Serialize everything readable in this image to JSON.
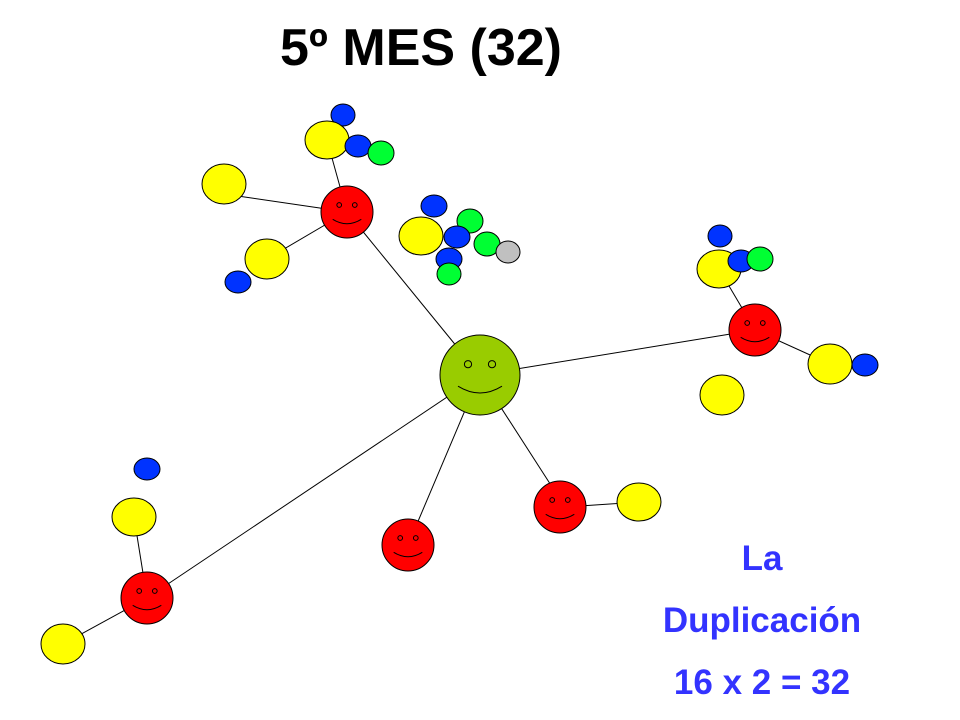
{
  "title": "5º MES (32)",
  "caption": {
    "line1": "La",
    "line2": "Duplicación",
    "line3": "16 x 2 = 32",
    "color": "#3333ff"
  },
  "colors": {
    "center": "#99cc00",
    "red": "#ff0000",
    "yellow": "#ffff00",
    "blue": "#0033ff",
    "green": "#00ff33",
    "gray": "#c0c0c0",
    "line": "#000000"
  }
}
